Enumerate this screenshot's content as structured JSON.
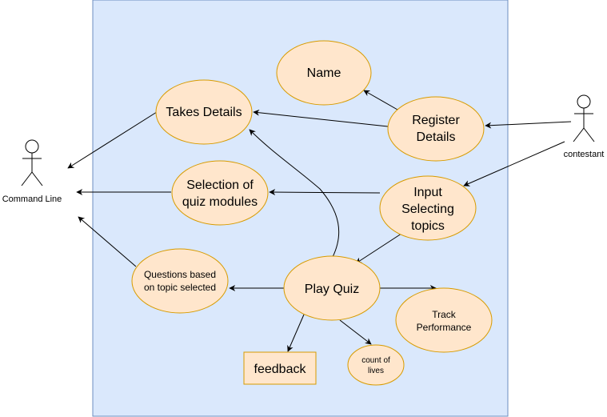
{
  "diagram": {
    "actors": {
      "command_line": {
        "label": "Command Line"
      },
      "contestant": {
        "label": "contestant"
      }
    },
    "use_cases": {
      "name": {
        "label": "Name"
      },
      "takes_details": {
        "label": "Takes Details"
      },
      "register_details": {
        "line1": "Register",
        "line2": "Details"
      },
      "selection_modules": {
        "line1": "Selection of",
        "line2": "quiz modules"
      },
      "input_topics": {
        "line1": "Input",
        "line2": "Selecting",
        "line3": "topics"
      },
      "questions_topic": {
        "line1": "Questions based",
        "line2": "on topic selected"
      },
      "play_quiz": {
        "label": "Play Quiz"
      },
      "track_performance": {
        "line1": "Track",
        "line2": "Performance"
      },
      "count_lives": {
        "line1": "count of",
        "line2": "lives"
      },
      "feedback": {
        "label": "feedback"
      }
    },
    "colors": {
      "system_fill": "#dae8fc",
      "system_stroke": "#6c8ebf",
      "use_case_fill": "#ffe6cc",
      "use_case_stroke": "#d79b00",
      "line": "#000000"
    }
  }
}
